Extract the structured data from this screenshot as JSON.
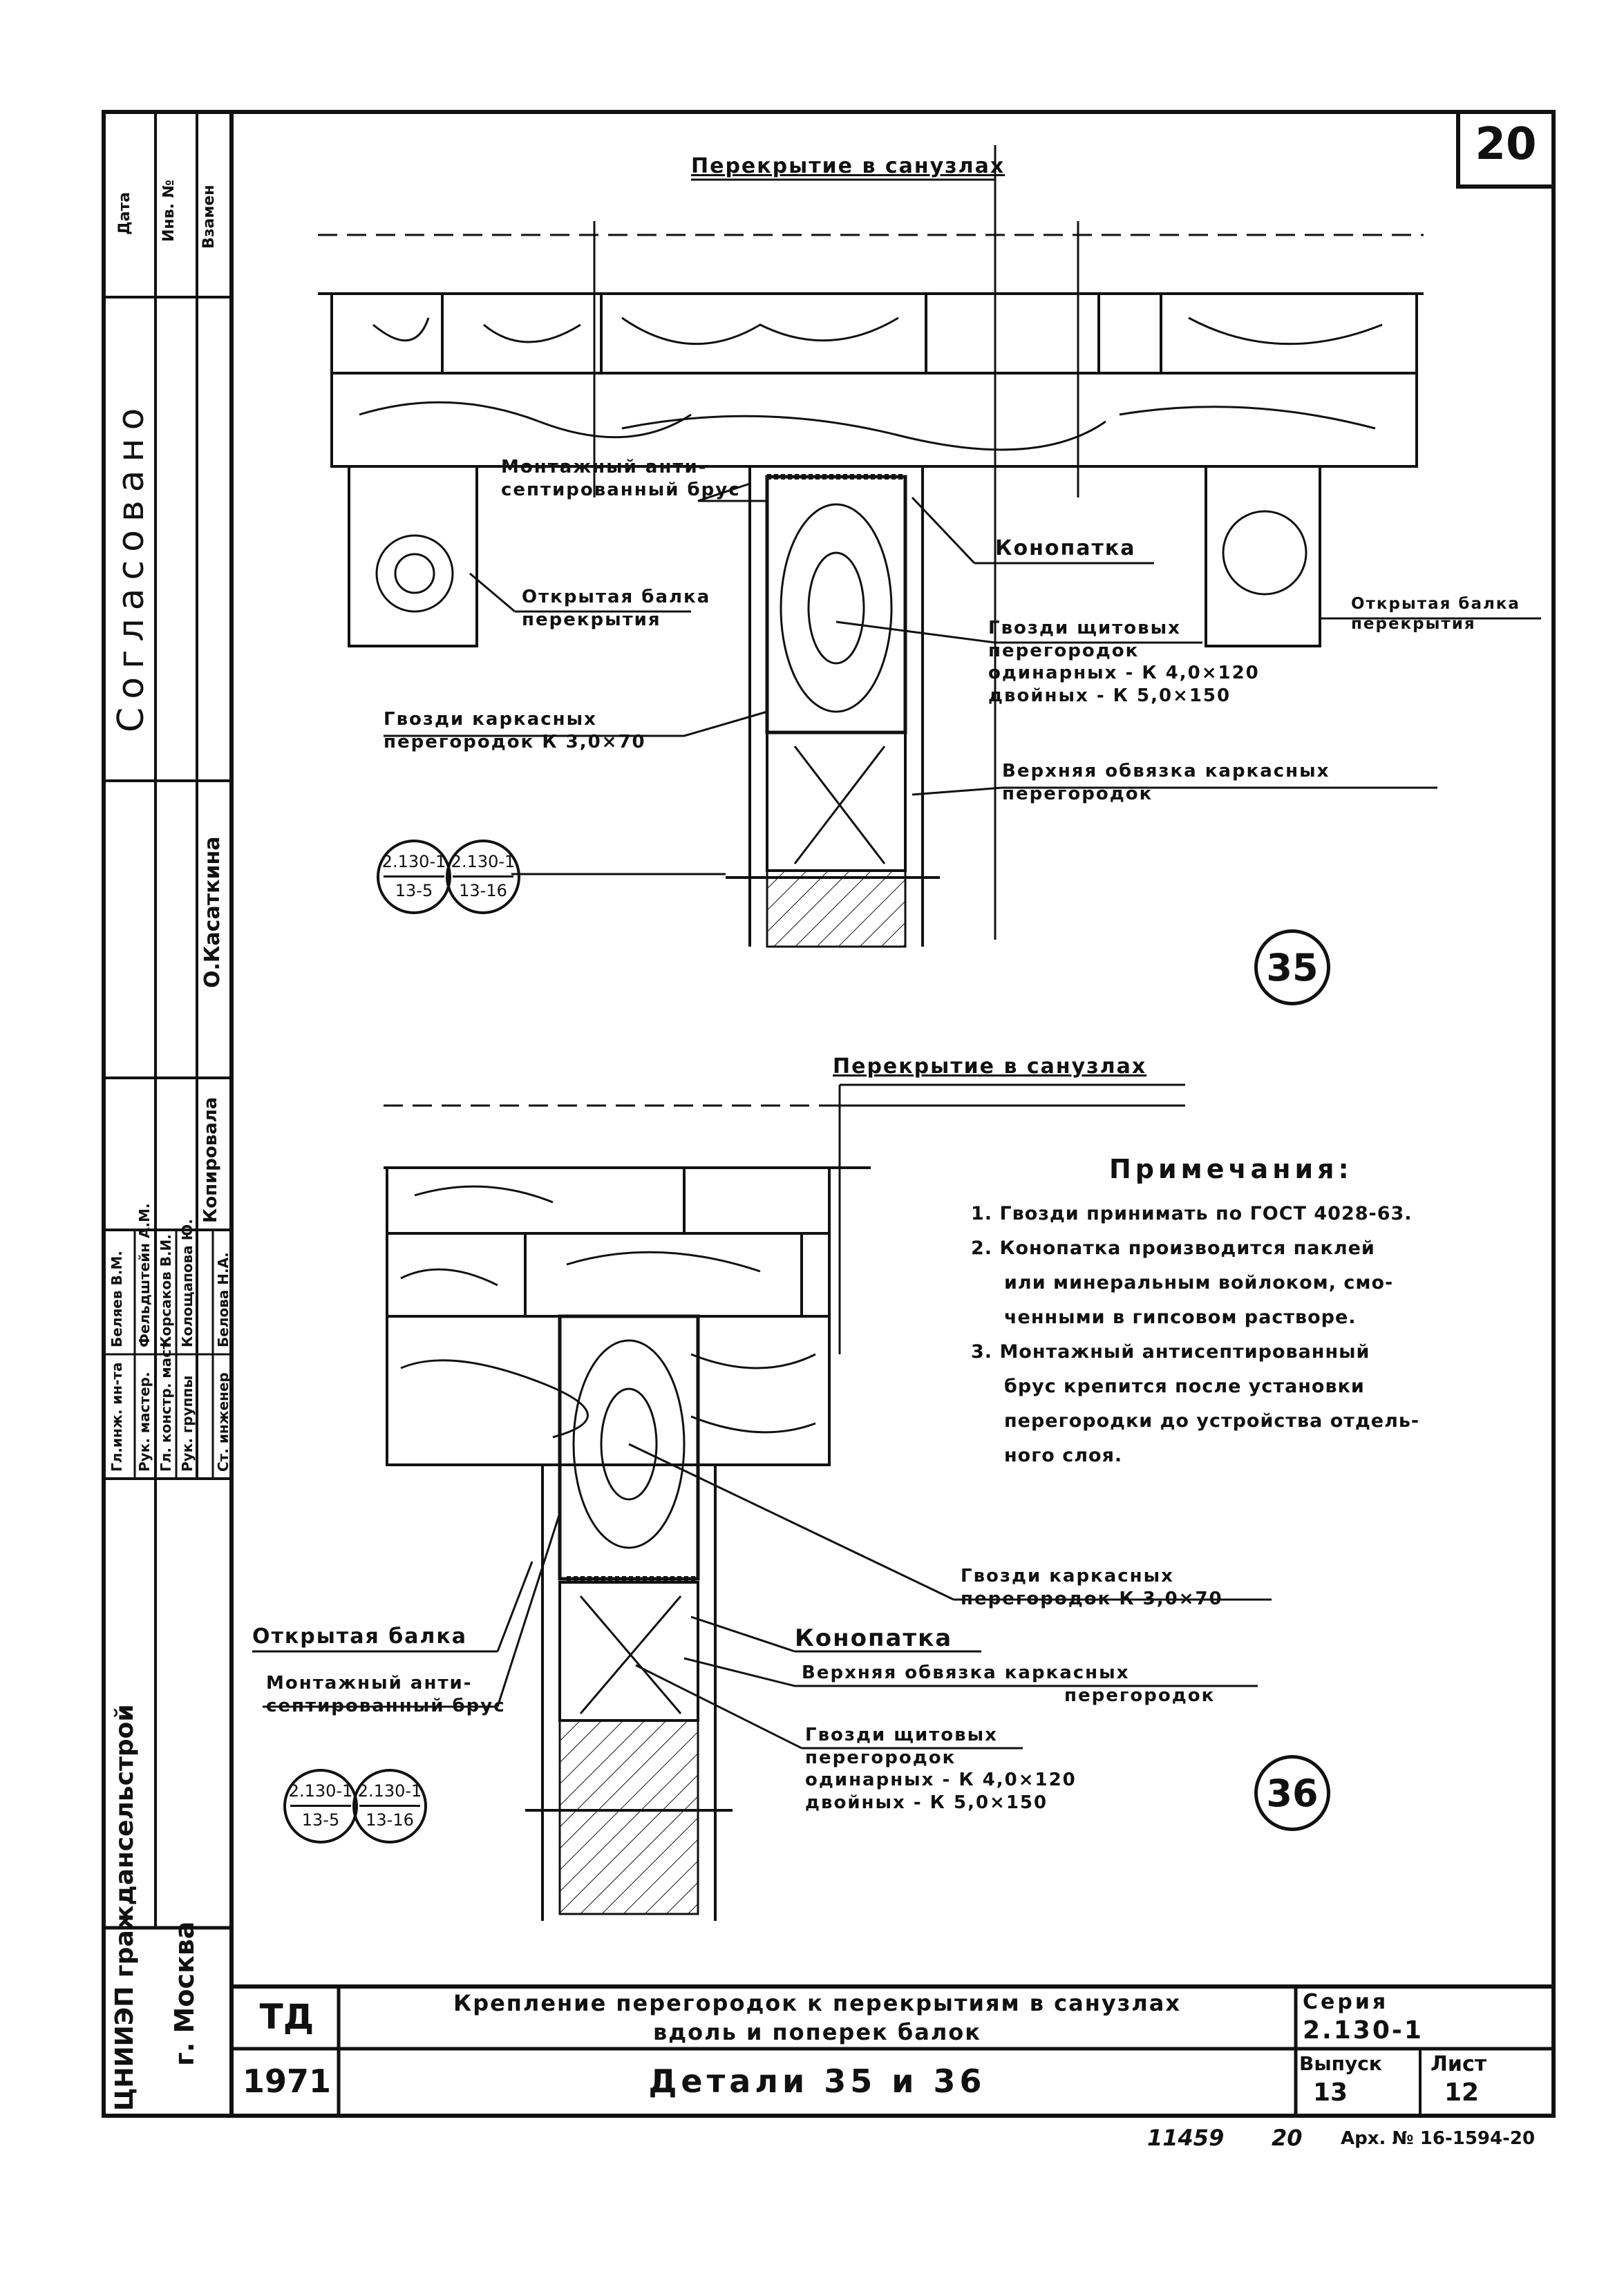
{
  "sheet_number": "20",
  "detail_35": {
    "title": "Перекрытие в санузлах",
    "labels": {
      "brus": [
        "Монтажный анти-",
        "септированный брус"
      ],
      "konopatka": "Конопатка",
      "open_beam_left": [
        "Открытая балка",
        "перекрытия"
      ],
      "open_beam_right": [
        "Открытая балка",
        "перекрытия"
      ],
      "nails_panel": [
        "Гвозди щитовых",
        "перегородок",
        "одинарных - К 4,0×120",
        "двойных - К 5,0×150"
      ],
      "nails_frame": [
        "Гвозди каркасных",
        "перегородок К 3,0×70"
      ],
      "top_plate": [
        "Верхняя обвязка каркасных",
        "перегородок"
      ]
    },
    "refs": [
      {
        "top": "2.130-1",
        "bottom": "13-5"
      },
      {
        "top": "2.130-1",
        "bottom": "13-16"
      }
    ],
    "number": "35"
  },
  "detail_36": {
    "title": "Перекрытие в санузлах",
    "labels": {
      "nails_frame": [
        "Гвозди каркасных",
        "перегородок К 3,0×70"
      ],
      "open_beam": "Открытая балка",
      "konopatka": "Конопатка",
      "brus": [
        "Монтажный анти-",
        "септированный брус"
      ],
      "top_plate": [
        "Верхняя обвязка каркасных",
        "перегородок"
      ],
      "nails_panel": [
        "Гвозди щитовых",
        "перегородок",
        "одинарных - К 4,0×120",
        "двойных - К 5,0×150"
      ]
    },
    "refs": [
      {
        "top": "2.130-1",
        "bottom": "13-5"
      },
      {
        "top": "2.130-1",
        "bottom": "13-16"
      }
    ],
    "number": "36"
  },
  "notes": {
    "heading": "Примечания:",
    "items": [
      "1. Гвозди принимать по ГОСТ 4028-63.",
      "2. Конопатка производится паклей",
      "или минеральным войлоком, смо-",
      "ченными в гипсовом растворе.",
      "3. Монтажный антисептированный",
      "брус крепится после установки",
      "перегородки до устройства отдель-",
      "ного слоя."
    ]
  },
  "stamp": {
    "org": "ЦНИИЭП граждансельстрой",
    "city": "г. Москва",
    "td": "ТД",
    "year": "1971",
    "title_line1": "Крепление перегородок к перекрытиям в санузлах",
    "title_line2": "вдоль и поперек балок",
    "title_details": "Детали 35 и 36",
    "series_label": "Серия",
    "series_value": "2.130-1",
    "issue_label": "Выпуск",
    "issue_value": "13",
    "sheet_label": "Лист",
    "sheet_value": "12",
    "agreed": "Согласовано",
    "roles": [
      "Гл.инж. ин-та",
      "Рук. мастер.",
      "Гл. констр. маст.",
      "Рук. группы",
      "Ст. инженер"
    ],
    "names": [
      "Беляев В.М.",
      "Фельдштейн А.М.",
      "Корсаков В.И.",
      "Колощапова Ю.",
      "Белова Н.А."
    ],
    "copied": "Копировала",
    "checked_by": "О.Касаткина",
    "side_headers": [
      "Дата",
      "Инв. №",
      "Взамен"
    ]
  },
  "footer": {
    "code": "11459",
    "page": "20",
    "archive": "Арх. № 16-1594-20"
  }
}
